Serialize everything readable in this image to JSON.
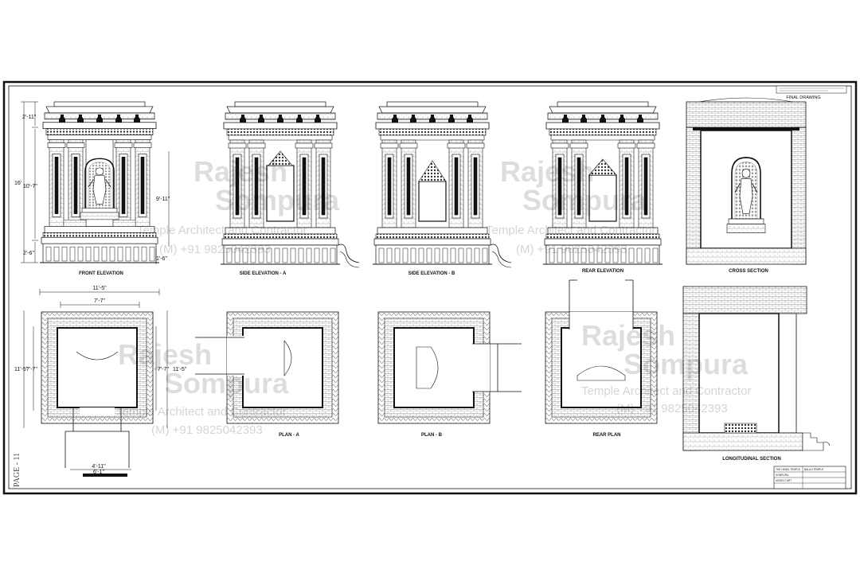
{
  "sheet": {
    "stamp": "FINAL DRAWING",
    "page_number": "PAGE - 11"
  },
  "watermark": {
    "line1": "Rajesh",
    "line2": "Sompura",
    "line3": "Temple Architect and Contractor",
    "line4": "(M) +91 9825042393"
  },
  "views": {
    "front_elevation": "FRONT ELEVATION",
    "side_elevation_a": "SIDE  ELEVATION - A",
    "side_elevation_b": "SIDE  ELEVATION - B",
    "rear_elevation": "REAR  ELEVATION",
    "cross_section": "CROSS SECTION",
    "plan_a": "PLAN - A",
    "plan_b": "PLAN - B",
    "rear_plan": "REAR  PLAN",
    "longitudinal_section": "LONGITUDINAL SECTION"
  },
  "dimensions": {
    "total_height": "16'",
    "top_height": "2'-11\"",
    "mid_height": "10'-7\"",
    "base_height": "2'-6\"",
    "opening_height": "9'-11\"",
    "step_height": "1'-6\"",
    "plan_outer_width": "11'-5\"",
    "plan_inner_width": "7'-7\"",
    "plan_outer_depth": "11'-5\"",
    "plan_inner_depth": "7'-7\"",
    "plan_right_inner": "7'-7\"",
    "plan_right_outer": "11'-5\"",
    "step_width_inner": "4'-11\"",
    "step_width_outer": "6'-1\""
  },
  "title_block": {
    "line1": "THE HINDU TEMPLE",
    "line2": "BALAJI TEMPLE",
    "line3": "SOMPURA",
    "line4": "MODELT ART"
  }
}
